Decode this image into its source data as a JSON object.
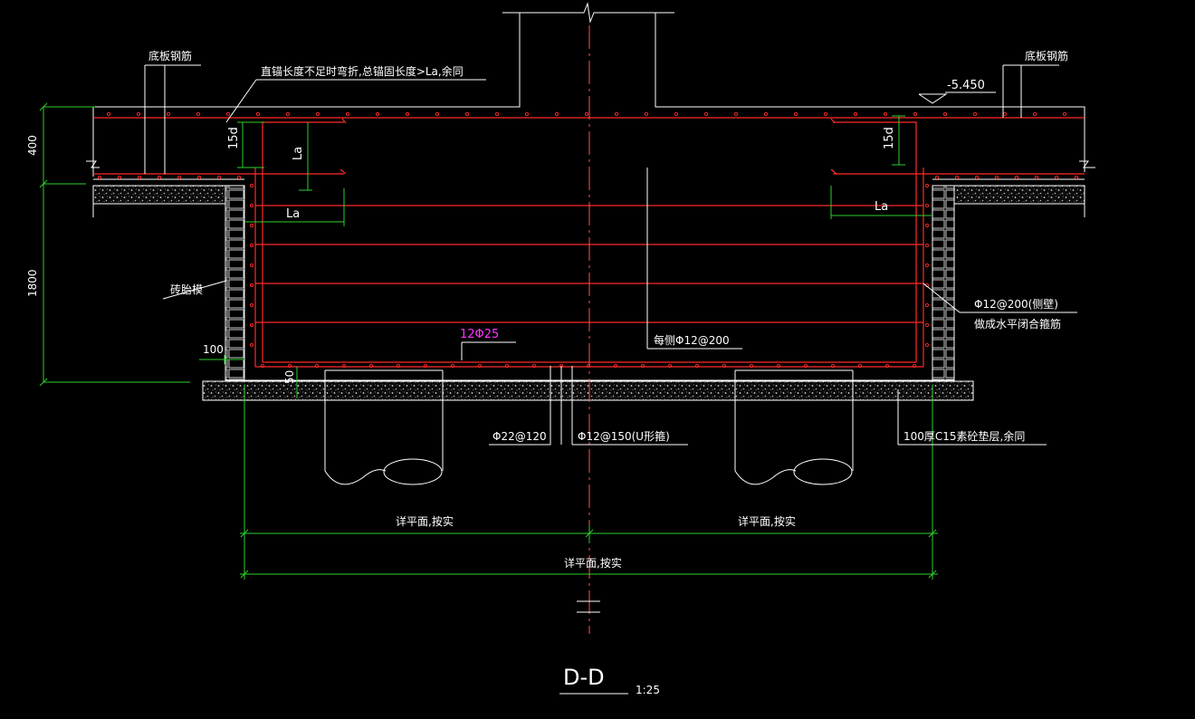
{
  "labels": {
    "slab_rebar_left": "底板钢筋",
    "slab_rebar_right": "底板钢筋",
    "anchor_note": "直锚长度不足时弯折,总锚固长度>La,余同",
    "elevation": "-5.450",
    "dim_15d_left": "15d",
    "dim_15d_right": "15d",
    "la_1": "La",
    "la_2": "La",
    "la_3": "La",
    "brick_mold": "砖胎模",
    "dim_100": "100",
    "dim_50": "50",
    "main_bars": "12Φ25",
    "each_side": "每侧Φ12@200",
    "side_wall_1": "Φ12@200(侧壁)",
    "side_wall_2": "做成水平闭合箍筋",
    "bar_22": "Φ22@120",
    "stirrup_u": "Φ12@150(U形箍)",
    "cushion": "100厚C15素砼垫层,余同",
    "see_plan_1": "详平面,按实",
    "see_plan_2": "详平面,按实",
    "see_plan_3": "详平面,按实",
    "dim_400": "400",
    "dim_1800": "1800",
    "section_title": "D-D",
    "scale": "1:25"
  },
  "colors": {
    "background": "#000000",
    "lines": "#ffffff",
    "rebar": "#ff2a2a",
    "dimension": "#2bd12b",
    "highlight_text": "#ff33ff"
  }
}
